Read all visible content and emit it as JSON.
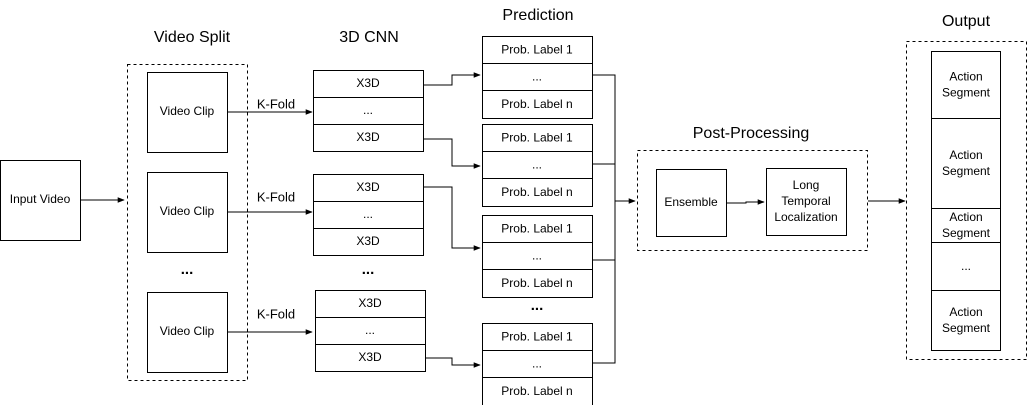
{
  "titles": {
    "video_split": "Video Split",
    "cnn": "3D CNN",
    "prediction": "Prediction",
    "post_processing": "Post-Processing",
    "output": "Output"
  },
  "input": "Input Video",
  "clips": [
    "Video Clip",
    "Video Clip",
    "Video Clip"
  ],
  "clip_ellipsis": "...",
  "kfold": "K-Fold",
  "cnn_groups": [
    [
      "X3D",
      "...",
      "X3D"
    ],
    [
      "X3D",
      "...",
      "X3D"
    ],
    [
      "X3D",
      "...",
      "X3D"
    ]
  ],
  "cnn_ellipsis": "...",
  "prediction_groups": [
    [
      "Prob. Label 1",
      "...",
      "Prob. Label n"
    ],
    [
      "Prob. Label 1",
      "...",
      "Prob. Label n"
    ],
    [
      "Prob. Label 1",
      "...",
      "Prob. Label n"
    ],
    [
      "Prob. Label 1",
      "...",
      "Prob. Label n"
    ]
  ],
  "prediction_ellipsis": "...",
  "ensemble": "Ensemble",
  "localization": [
    "Long",
    "Temporal",
    "Localization"
  ],
  "output_segments": [
    [
      "Action",
      "Segment"
    ],
    [
      "Action",
      "Segment"
    ],
    [
      "Action",
      "Segment"
    ],
    [
      "..."
    ],
    [
      "Action",
      "Segment"
    ]
  ]
}
